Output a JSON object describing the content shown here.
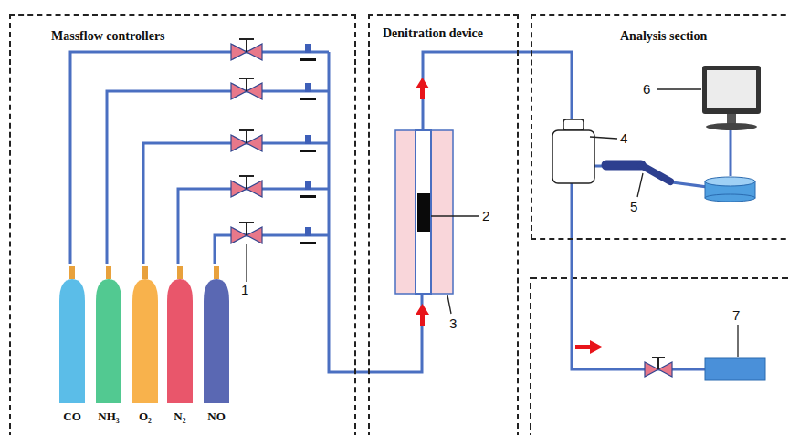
{
  "diagram": {
    "nodes": [
      {
        "text": [
          "Massflow controllers"
        ]
      },
      {
        "text": [
          "CO"
        ],
        "in": 0
      },
      {
        "text": [
          "NH₃"
        ],
        "in": 0
      },
      {
        "text": [
          "O₂"
        ],
        "in": 0
      },
      {
        "text": [
          "N₂"
        ],
        "in": 0
      },
      {
        "text": [
          "NO"
        ],
        "in": 0
      },
      {
        "text": [
          "Denitration device"
        ]
      },
      {
        "text": [
          "Analysis section"
        ]
      }
    ],
    "labels": [
      "1",
      "2",
      "3",
      "4",
      "5",
      "6",
      "7"
    ]
  }
}
